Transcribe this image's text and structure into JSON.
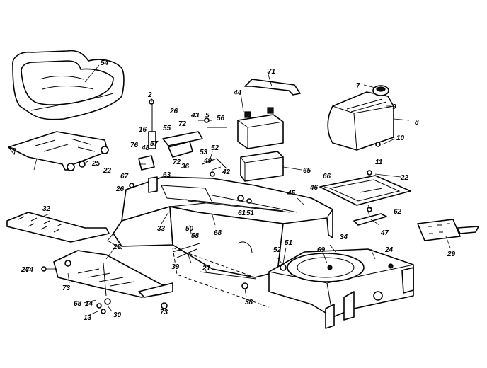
{
  "diagram": {
    "callouts": [
      "2",
      "5",
      "7",
      "8",
      "9",
      "10",
      "11",
      "13",
      "14",
      "16",
      "21",
      "22",
      "22",
      "24",
      "24",
      "25",
      "26",
      "26",
      "28",
      "29",
      "30",
      "32",
      "33",
      "34",
      "36",
      "38",
      "39",
      "42",
      "43",
      "44",
      "45",
      "46",
      "47",
      "48",
      "49",
      "50",
      "51",
      "51",
      "52",
      "52",
      "53",
      "54",
      "55",
      "56",
      "57",
      "58",
      "61",
      "62",
      "63",
      "65",
      "66",
      "67",
      "68",
      "68",
      "69",
      "71",
      "72",
      "72",
      "73",
      "73",
      "74",
      "76"
    ]
  }
}
